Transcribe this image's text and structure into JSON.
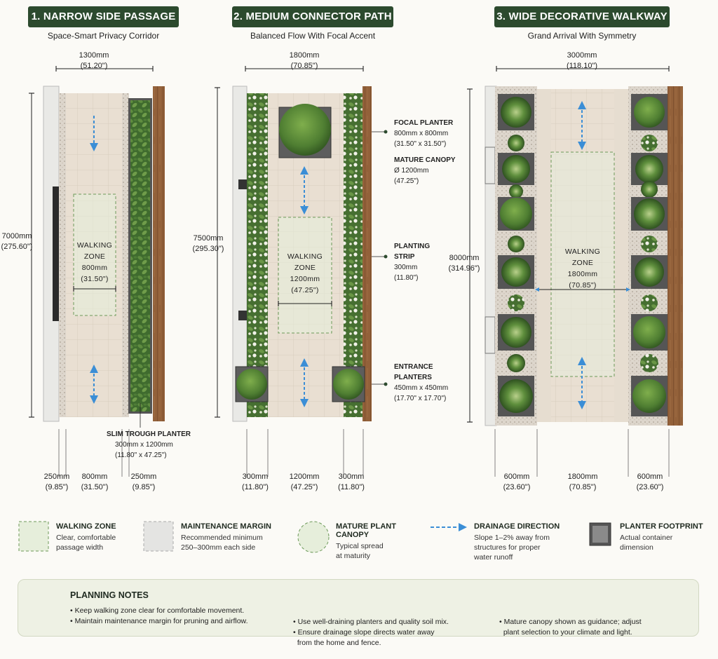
{
  "panels": [
    {
      "title": "1. NARROW SIDE PASSAGE",
      "subtitle": "Space-Smart Privacy Corridor",
      "width_mm": "1300mm",
      "width_in": "(51.20\")",
      "length_mm": "7000mm",
      "length_in": "(275.60\")",
      "zone": [
        "WALKING",
        "ZONE",
        "800mm",
        "(31.50\")"
      ],
      "callouts": [
        {
          "label": "SLIM TROUGH PLANTER",
          "lines": [
            "300mm x 1200mm",
            "(11.80\" x 47.25\")"
          ]
        }
      ],
      "bottom": [
        {
          "mm": "250mm",
          "in": "(9.85\")"
        },
        {
          "mm": "800mm",
          "in": "(31.50\")"
        },
        {
          "mm": "250mm",
          "in": "(9.85\")"
        }
      ]
    },
    {
      "title": "2. MEDIUM CONNECTOR PATH",
      "subtitle": "Balanced Flow With Focal Accent",
      "width_mm": "1800mm",
      "width_in": "(70.85\")",
      "length_mm": "7500mm",
      "length_in": "(295.30\")",
      "zone": [
        "WALKING",
        "ZONE",
        "1200mm",
        "(47.25\")"
      ],
      "callouts": [
        {
          "label": "FOCAL PLANTER",
          "lines": [
            "800mm x 800mm",
            "(31.50\" x 31.50\")"
          ]
        },
        {
          "label": "MATURE CANOPY",
          "lines": [
            "Ø 1200mm",
            "(47.25\")"
          ]
        },
        {
          "label": "PLANTING",
          "label2": "STRIP",
          "lines": [
            "300mm",
            "(11.80\")"
          ]
        },
        {
          "label": "ENTRANCE",
          "label2": "PLANTERS",
          "lines": [
            "450mm x 450mm",
            "(17.70\" x 17.70\")"
          ]
        }
      ],
      "bottom": [
        {
          "mm": "300mm",
          "in": "(11.80\")"
        },
        {
          "mm": "1200mm",
          "in": "(47.25\")"
        },
        {
          "mm": "300mm",
          "in": "(11.80\")"
        }
      ]
    },
    {
      "title": "3. WIDE DECORATIVE WALKWAY",
      "subtitle": "Grand Arrival With Symmetry",
      "width_mm": "3000mm",
      "width_in": "(118.10\")",
      "length_mm": "8000mm",
      "length_in": "(314.96\")",
      "zone": [
        "WALKING",
        "ZONE",
        "1800mm",
        "(70.85\")"
      ],
      "callouts": [],
      "bottom": [
        {
          "mm": "600mm",
          "in": "(23.60\")"
        },
        {
          "mm": "1800mm",
          "in": "(70.85\")"
        },
        {
          "mm": "600mm",
          "in": "(23.60\")"
        }
      ]
    }
  ],
  "legend": [
    {
      "title": "WALKING ZONE",
      "desc": [
        "Clear, comfortable",
        "passage width"
      ]
    },
    {
      "title": "MAINTENANCE MARGIN",
      "desc": [
        "Recommended minimum",
        "250–300mm each side"
      ]
    },
    {
      "title": "MATURE PLANT",
      "title2": "CANOPY",
      "desc": [
        "Typical spread",
        "at maturity"
      ]
    },
    {
      "title": "DRAINAGE DIRECTION",
      "desc": [
        "Slope 1–2% away from",
        "structures for proper",
        "water runoff"
      ]
    },
    {
      "title": "PLANTER FOOTPRINT",
      "desc": [
        "Actual container",
        "dimension"
      ]
    }
  ],
  "notes": {
    "title": "PLANNING NOTES",
    "col1": [
      "• Keep walking zone clear for comfortable movement.",
      "• Maintain maintenance margin for pruning and airflow."
    ],
    "col2": [
      "• Use well-draining planters and quality soil mix.",
      "• Ensure drainage slope directs water away",
      "  from the home and fence."
    ],
    "col3": [
      "• Mature canopy shown as guidance; adjust",
      "  plant selection to your climate and light."
    ]
  },
  "colors": {
    "badge": "#2c4a2e",
    "paving": "#e9dfd2",
    "fence": "#8a5a34",
    "foliage": "#4d7a36",
    "zone": "#e6eedb",
    "arrow": "#3b8ed6"
  }
}
